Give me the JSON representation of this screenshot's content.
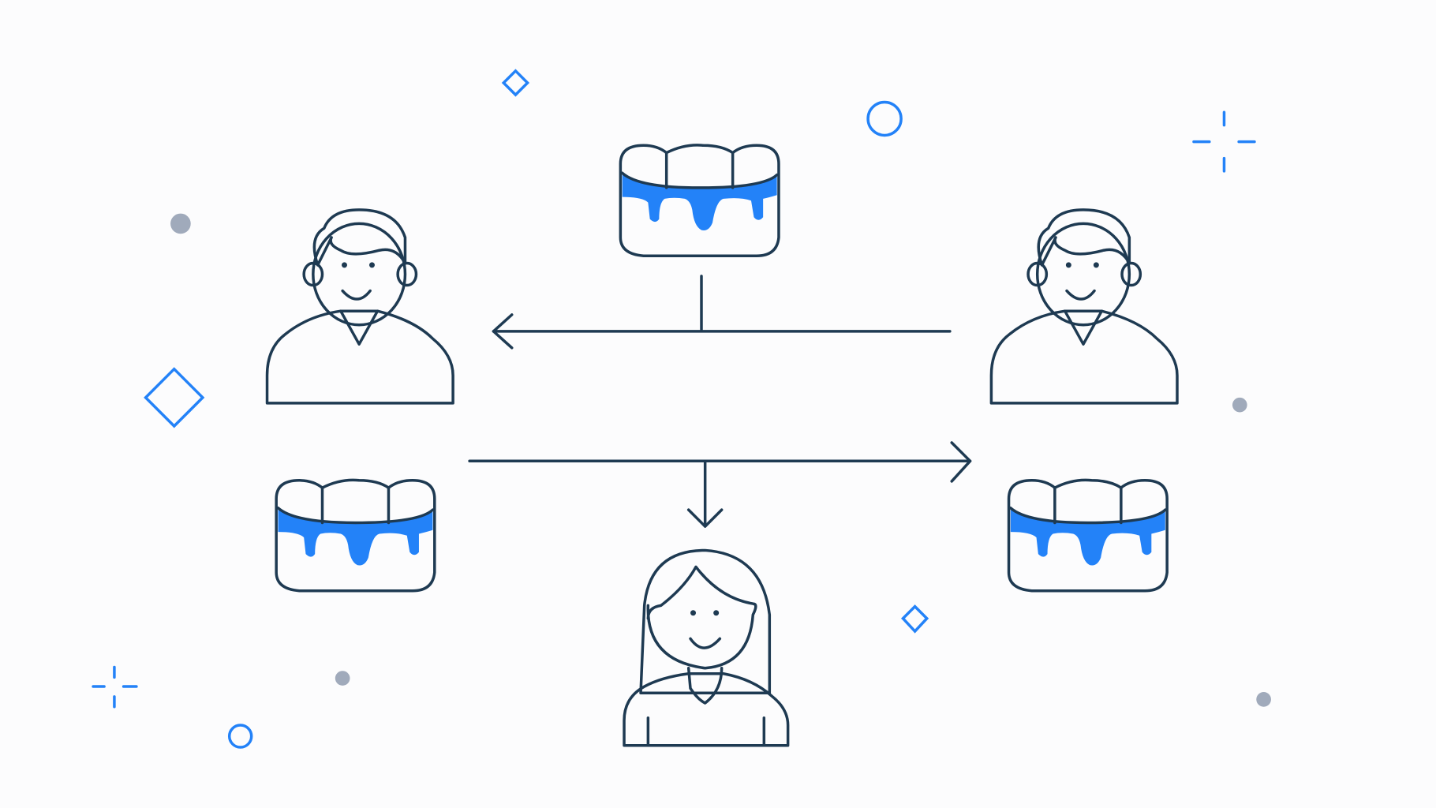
{
  "colors": {
    "background": "#fcfcfd",
    "outline": "#1e3a52",
    "accent_blue": "#2382f8",
    "shirt_light_blue": "#74c9f7",
    "hair_light": "#e0ecf9",
    "gray_dot": "#a0aabb"
  },
  "figures": [
    {
      "role": "parent-left",
      "icon": "man-icon",
      "gum_icon": "receding-gums-teeth-icon"
    },
    {
      "role": "parent-right",
      "icon": "man-icon",
      "gum_icon": "receding-gums-teeth-icon"
    },
    {
      "role": "child",
      "icon": "woman-icon"
    }
  ],
  "decorations": [
    "diamond-icon",
    "circle-icon",
    "sparkle-icon",
    "dot-icon"
  ]
}
